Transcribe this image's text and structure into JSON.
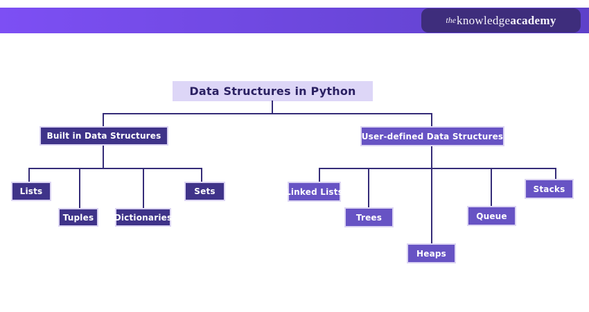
{
  "header": {
    "logo": {
      "the": "the",
      "knowledge": "knowledge",
      "academy": "academy"
    }
  },
  "diagram": {
    "title": "Data Structures in Python",
    "branches": [
      {
        "label": "Built in Data Structures",
        "children": [
          "Lists",
          "Tuples",
          "Dictionaries",
          "Sets"
        ]
      },
      {
        "label": "User-defined Data Structures",
        "children": [
          "Linked Lists",
          "Trees",
          "Heaps",
          "Queue",
          "Stacks"
        ]
      }
    ]
  },
  "colors": {
    "header_grad_left": "#7d4ff4",
    "header_grad_right": "#5e41c9",
    "logo_pill": "#3e2d7c",
    "title_bg": "#ddd6f7",
    "title_text": "#2b2162",
    "dark_node": "#3f3389",
    "purple_node": "#6753c4",
    "node_border": "#dcd5f3",
    "connector": "#352c78",
    "node_text": "#ffffff"
  }
}
